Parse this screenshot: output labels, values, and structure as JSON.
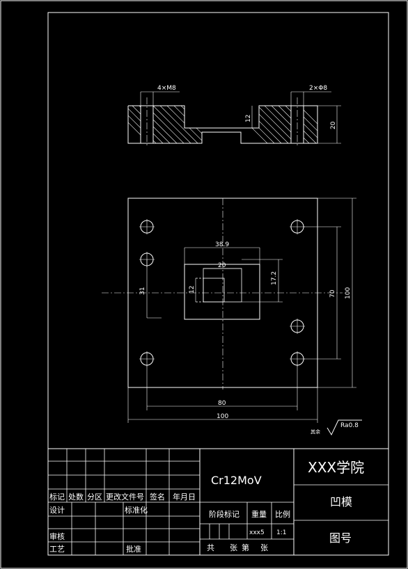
{
  "drawing": {
    "side_view": {
      "callout_threads": "4×M8",
      "callout_pins": "2×Φ8",
      "dim_pocket_depth": "12",
      "dim_thickness": "20"
    },
    "plan_view": {
      "dim_outer_opening": "38.9",
      "dim_inner_opening": "20",
      "dim_opening_height": "17.2",
      "dim_small_12": "12",
      "dim_small_31": "31",
      "dim_hole_spacing_v": "70",
      "dim_overall_v": "100",
      "dim_hole_spacing_h": "80",
      "dim_overall_h": "100"
    },
    "surface_finish": {
      "prefix": "其余",
      "value": "Ra0.8"
    }
  },
  "title_block": {
    "material": "Cr12MoV",
    "school": "XXX学院",
    "part_name": "凹模",
    "drawing_no_label": "图号",
    "revision_headers": [
      "标记",
      "处数",
      "分区",
      "更改文件号",
      "签名",
      "年月日"
    ],
    "design": "设计",
    "standardization": "标准化",
    "check": "审核",
    "process": "工艺",
    "approve": "批准",
    "stage_mark": "阶段标记",
    "weight": "重量",
    "scale": "比例",
    "weight_value": "xxx5",
    "scale_value": "1:1",
    "sheet_total": "共",
    "sheet_unit": "张",
    "sheet_no": "第",
    "sheet_unit2": "张"
  }
}
